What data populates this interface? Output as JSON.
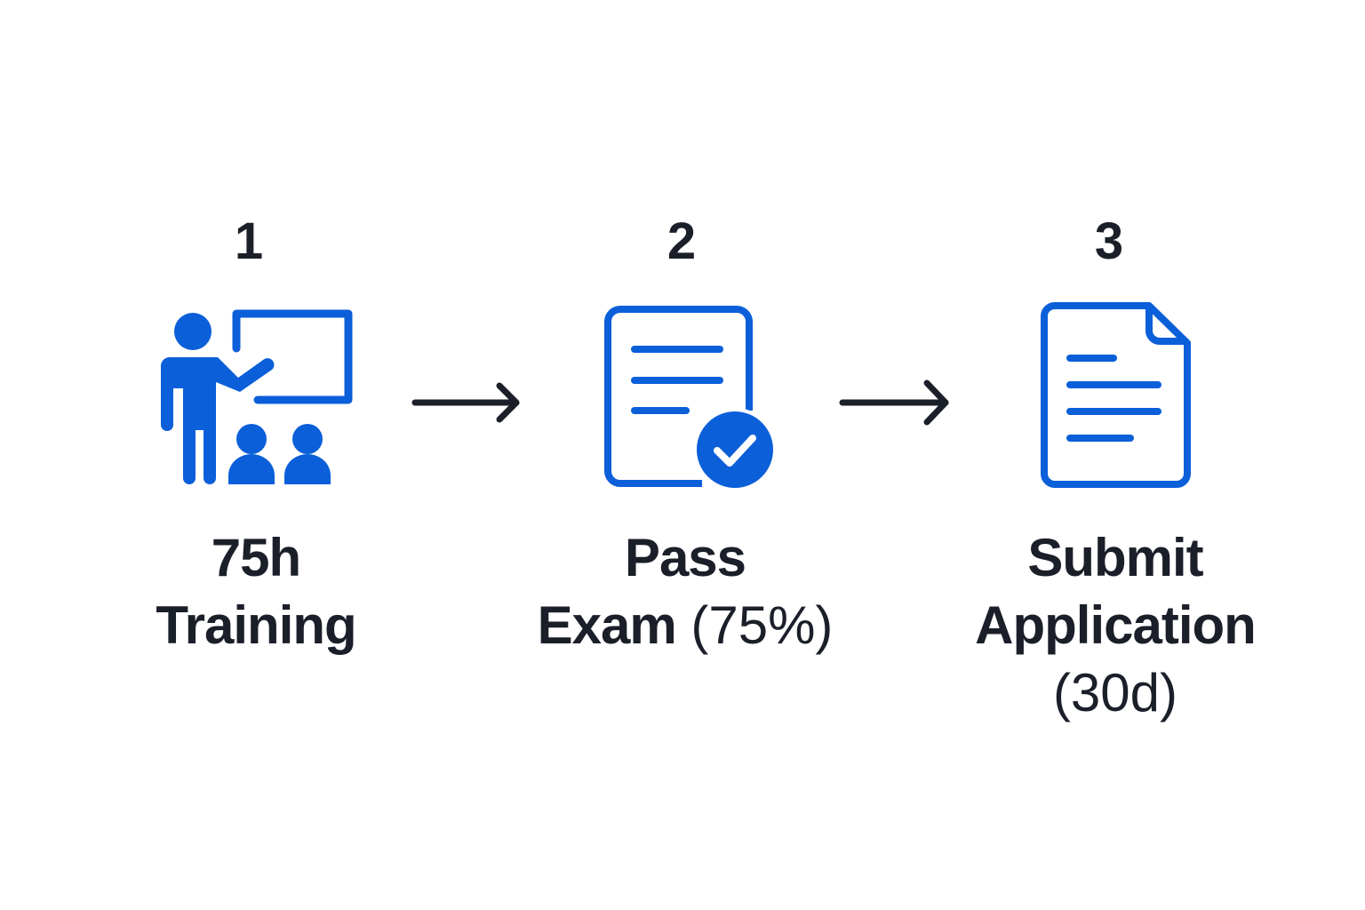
{
  "steps": [
    {
      "number": "1",
      "icon": "teacher-presentation-icon",
      "label_lines": [
        "75h",
        "Training"
      ]
    },
    {
      "number": "2",
      "icon": "exam-document-check-icon",
      "label_lines": [
        "Pass",
        "Exam",
        "(75%)"
      ]
    },
    {
      "number": "3",
      "icon": "application-document-icon",
      "label_lines": [
        "Submit",
        "Application",
        "(30d)"
      ]
    }
  ],
  "colors": {
    "accent": "#0B5FD9",
    "text": "#1B1F29"
  }
}
